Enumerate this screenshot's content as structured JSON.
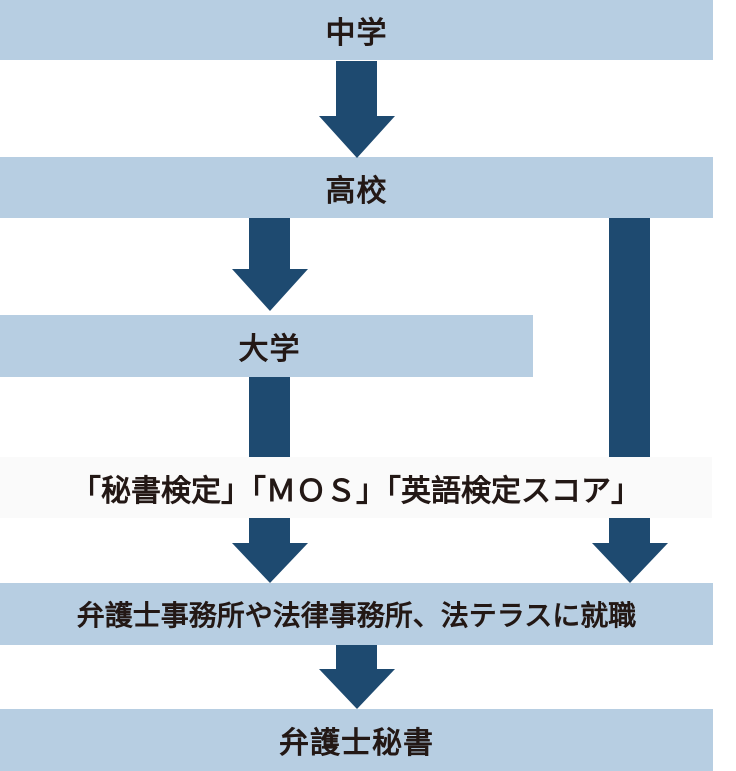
{
  "colors": {
    "box_fill": "#b7cee2",
    "band_fill": "#fafafa",
    "arrow": "#1e4a70",
    "text": "#231815"
  },
  "stages": {
    "junior_high": "中学",
    "high_school": "高校",
    "university": "大学",
    "qualifications": "「秘書検定」「ＭＯＳ」「英語検定スコア」",
    "employment": "弁護士事務所や法律事務所、法テラスに就職",
    "goal": "弁護士秘書"
  },
  "arrows": [
    {
      "from": "中学",
      "to": "高校"
    },
    {
      "from": "高校",
      "to": "大学"
    },
    {
      "from": "大学",
      "to": "弁護士事務所や法律事務所、法テラスに就職"
    },
    {
      "from": "高校",
      "to": "弁護士事務所や法律事務所、法テラスに就職"
    },
    {
      "from": "弁護士事務所や法律事務所、法テラスに就職",
      "to": "弁護士秘書"
    }
  ]
}
